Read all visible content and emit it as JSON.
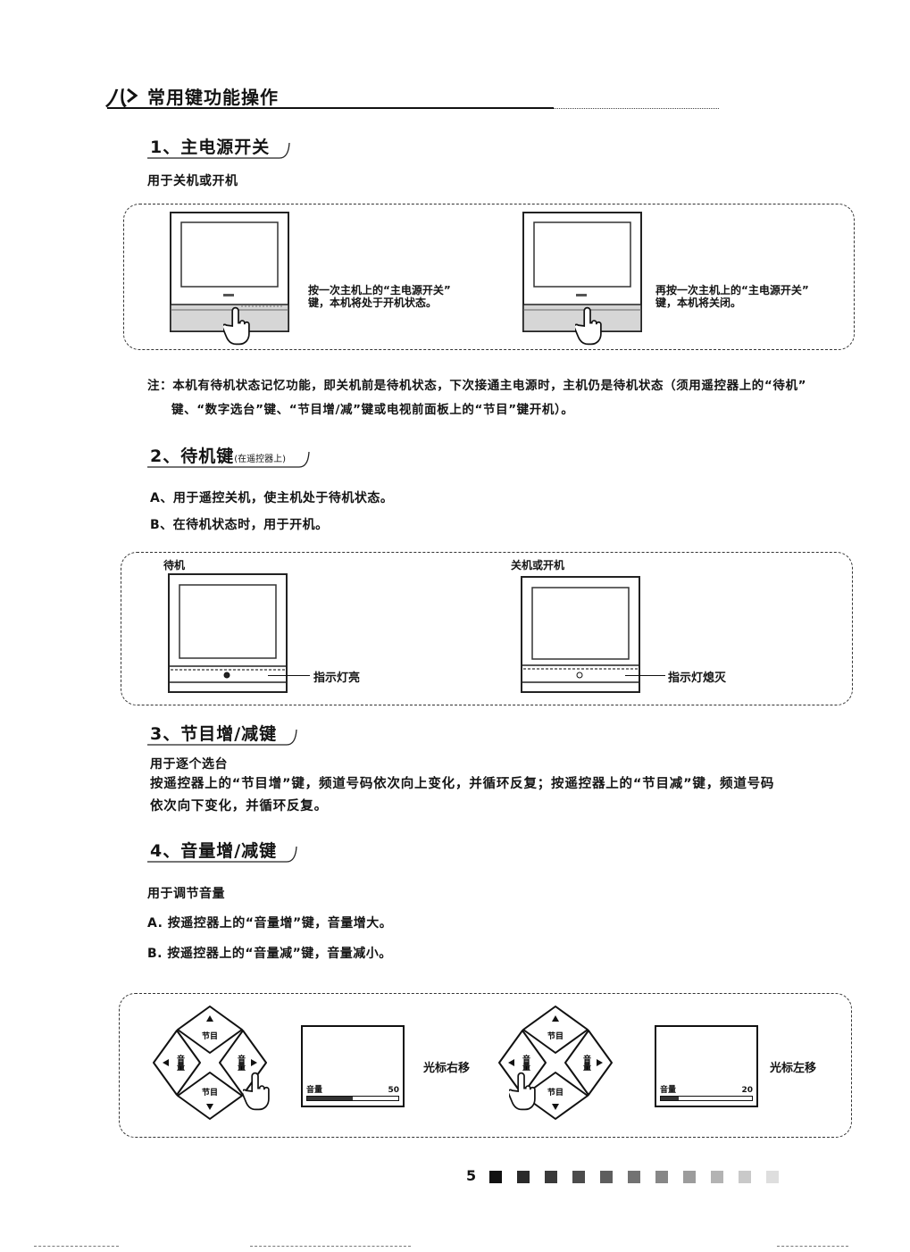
{
  "header": {
    "number": "八",
    "title": "常用键功能操作"
  },
  "s1": {
    "title": "1、主电源开关",
    "desc": "用于关机或开机",
    "on_text": [
      "按一次主机上的“主电源开关”",
      "键，本机将处于开机状态。"
    ],
    "off_text": [
      "再按一次主机上的“主电源开关”",
      "键，本机将关闭。"
    ],
    "note": [
      "注：本机有待机状态记忆功能，即关机前是待机状态，下次接通主电源时，主机仍是待机状态（须用遥控器上的“待机”",
      "键、“数字选台”键、“节目增/减”键或电视前面板上的“节目”键开机）。"
    ]
  },
  "s2": {
    "title": "2、待机键",
    "sub": "(在遥控器上)",
    "items": [
      "A、用于遥控关机，使主机处于待机状态。",
      "B、在待机状态时，用于开机。"
    ],
    "standby_label": "待机",
    "indicator_on": "指示灯亮",
    "off_label": "关机或开机",
    "indicator_off": "指示灯熄灭"
  },
  "s3": {
    "title": "3、节目增/减键",
    "desc": "用于逐个选台",
    "para": [
      "按遥控器上的“节目增”键，频道号码依次向上变化，并循环反复；按遥控器上的“节目减”键，频道号码",
      "依次向下变化，并循环反复。"
    ]
  },
  "s4": {
    "title": "4、音量增/减键",
    "desc": "用于调节音量",
    "items": [
      "A. 按遥控器上的“音量增”键，音量增大。",
      "B. 按遥控器上的“音量减”键，音量减小。"
    ],
    "dpad": {
      "up": "节目",
      "down": "节目",
      "left": "音量",
      "right": "音量"
    },
    "osd_right": {
      "label": "音量",
      "value": "50",
      "caption": "光标右移"
    },
    "osd_left": {
      "label": "音量",
      "value": "20",
      "caption": "光标左移"
    }
  },
  "footer": {
    "page": "5"
  },
  "colors": {
    "ink": "#141414",
    "panel": "#d6d6d6"
  }
}
